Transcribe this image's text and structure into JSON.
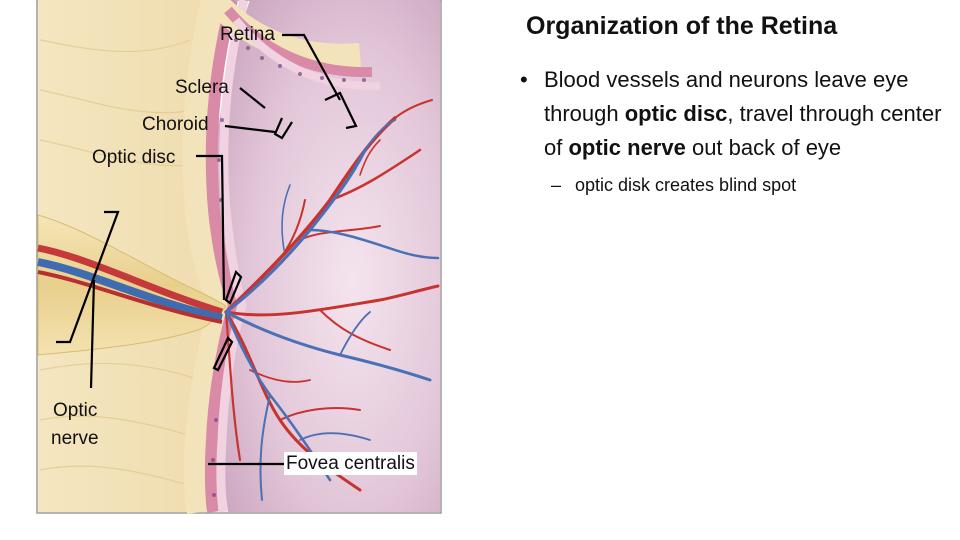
{
  "figure": {
    "labels": {
      "retina": "Retina",
      "sclera": "Sclera",
      "choroid": "Choroid",
      "optic_disc": "Optic disc",
      "optic_nerve_line1": "Optic",
      "optic_nerve_line2": "nerve",
      "fovea": "Fovea centralis"
    }
  },
  "slide": {
    "title": "Organization of the Retina",
    "bullet": {
      "marker": "•",
      "part1": "Blood vessels and neurons leave eye through ",
      "bold1": "optic disc",
      "part2": ", travel through center of ",
      "bold2": "optic nerve",
      "part3": " out back of eye"
    },
    "sub_bullet": {
      "marker": "–",
      "text": "optic disk creates blind spot"
    }
  }
}
